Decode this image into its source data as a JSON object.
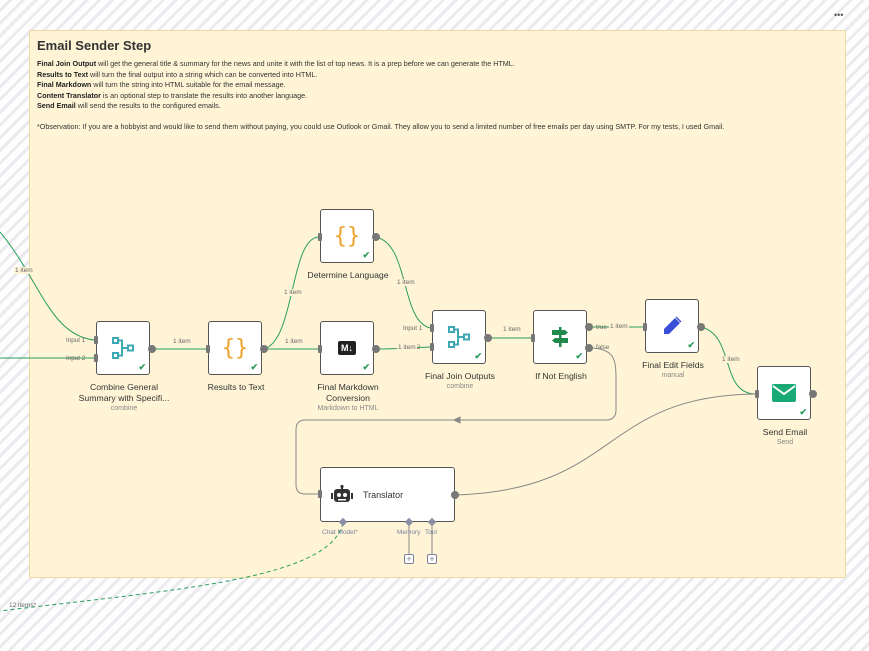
{
  "sticky": {
    "title": "Email Sender Step",
    "lines": [
      {
        "bold": "Final Join Output",
        "text": " will get the general title & summary for the news and unite it with the list of top news. It is a prep before we can generate the HTML."
      },
      {
        "bold": "Results to Text",
        "text": " will turn the final output into a string which can be converted into HTML."
      },
      {
        "bold": "Final Markdown",
        "text": " will turn the string into HTML suitable for the email message."
      },
      {
        "bold": "Content Translator",
        "text": " is an optional step to translate the results into another language."
      },
      {
        "bold": "Send Email",
        "text": " will send the results to the configured emails."
      }
    ],
    "observation": "*Observation: If you are a hobbyist and would like to send them without paying, you could use Outlook or Gmail. They allow you to send a limited number of free emails per day using SMTP. For my tests, I used Gmail."
  },
  "nodes": {
    "combine_general": {
      "label_line1": "Combine General",
      "label_line2": "Summary with Specifi...",
      "subtitle": "combine",
      "icon": "merge-icon"
    },
    "results_to_text": {
      "label": "Results to Text",
      "icon": "braces-icon"
    },
    "determine_language": {
      "label": "Determine Language",
      "icon": "braces-icon"
    },
    "final_markdown": {
      "label_line1": "Final Markdown",
      "label_line2": "Conversion",
      "subtitle": "Markdown to HTML",
      "icon": "markdown-icon"
    },
    "final_join": {
      "label": "Final Join Outputs",
      "subtitle": "combine",
      "icon": "merge-icon"
    },
    "if_not_english": {
      "label": "If Not English",
      "icon": "if-signpost-icon"
    },
    "final_edit_fields": {
      "label": "Final Edit Fields",
      "subtitle": "manual",
      "icon": "pencil-icon"
    },
    "send_email": {
      "label": "Send Email",
      "subtitle": "Send",
      "icon": "envelope-icon"
    },
    "translator": {
      "label": "Translator",
      "icon": "robot-icon",
      "subports": {
        "chat_model": "Chat Model*",
        "memory": "Memory",
        "tool": "Tool"
      }
    }
  },
  "edges": {
    "one_item": "1 item",
    "twelve_items": "12 items*",
    "input1": "Input 1",
    "input2": "Input 2",
    "true": "true",
    "false": "false"
  },
  "colors": {
    "success": "#2a9d5c",
    "merge": "#3fa8b5",
    "braces": "#f0a02c",
    "if": "#1f8a4c",
    "pencil": "#3a4fd8",
    "email": "#19a974",
    "edge": "#2a9d5c",
    "edge_gray": "#888888"
  }
}
